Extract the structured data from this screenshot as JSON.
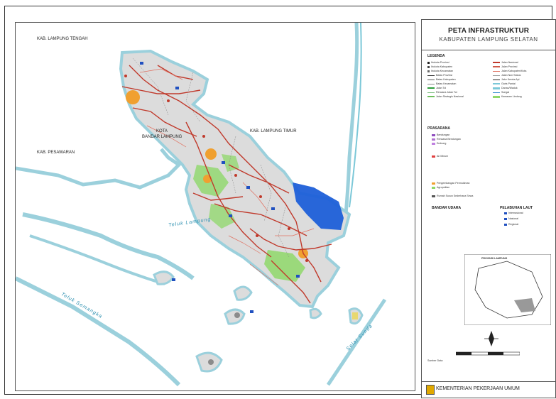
{
  "title": {
    "main": "PETA INFRASTRUKTUR",
    "sub": "KABUPATEN LAMPUNG SELATAN"
  },
  "labels": {
    "kab_lampung_tengah": "KAB. LAMPUNG TENGAH",
    "kab_lampung_timur": "KAB. LAMPUNG TIMUR",
    "kota": "KOTA",
    "bandar_lampung": "BANDAR LAMPUNG",
    "kab_pesawaran": "KAB. PESAWARAN",
    "teluk_lampung": "Teluk Lampung",
    "teluk_semangka": "Teluk Semangka",
    "selat_sunda": "Selat Sunda"
  },
  "legend": {
    "heading": "LEGENDA",
    "left_items": [
      "Ibukota Provinsi",
      "Ibukota Kabupaten",
      "Ibukota Kecamatan",
      "Batas Provinsi",
      "Batas Kabupaten",
      "Batas Kecamatan",
      "Jalan Tol",
      "Rencana Jalan Tol",
      "Jalan Strategis Nasional"
    ],
    "right_items": [
      "Jalan Nasional",
      "Jalan Provinsi",
      "Jalan Kabupaten/Kota",
      "Jalan Non Status",
      "Jalur Kereta Api",
      "Garis Pantai",
      "Danau/Waduk",
      "Sungai",
      "Kawasan Lindung"
    ],
    "prasarana_heading": "PRASARANA",
    "prasarana_items": [
      "Bendungan",
      "Rencana Bendungan",
      "Embung",
      "Air Minum",
      "Pengembangan Permukiman",
      "Agropolitan",
      "Rumah Susun Sederhana Sewa"
    ],
    "bandar_udara_heading": "BANDAR UDARA",
    "pelabuhan_heading": "PELABUHAN LAUT",
    "pelabuhan_items": [
      "Internasional",
      "Nasional",
      "Regional"
    ],
    "inset_label": "PROVINSI LAMPUNG",
    "sumber": "Sumber Data:"
  },
  "footer": {
    "text": "KEMENTERIAN PEKERJAAN UMUM"
  },
  "colors": {
    "land": "#dcdcdc",
    "sea_shore": "#7cc8d8",
    "road_national": "#c0392b",
    "road_other": "#b0303a",
    "blue_zone": "#1e5fd8",
    "green_zone": "#8fd86a",
    "orange_zone": "#f0a030"
  }
}
